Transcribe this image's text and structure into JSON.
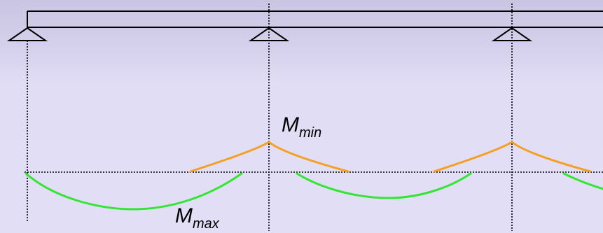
{
  "labels": {
    "m_min": {
      "base": "M",
      "sub": "min"
    },
    "m_max": {
      "base": "M",
      "sub": "max"
    }
  },
  "colors": {
    "background": "#e2def5",
    "beam": "#000000",
    "m_min_curve": "#f5a022",
    "m_max_curve": "#33e633",
    "reference_line": "#000000"
  },
  "structure": {
    "type": "continuous-beam",
    "supports": [
      "pinned",
      "pinned",
      "pinned"
    ],
    "beam_continues_right": true
  }
}
